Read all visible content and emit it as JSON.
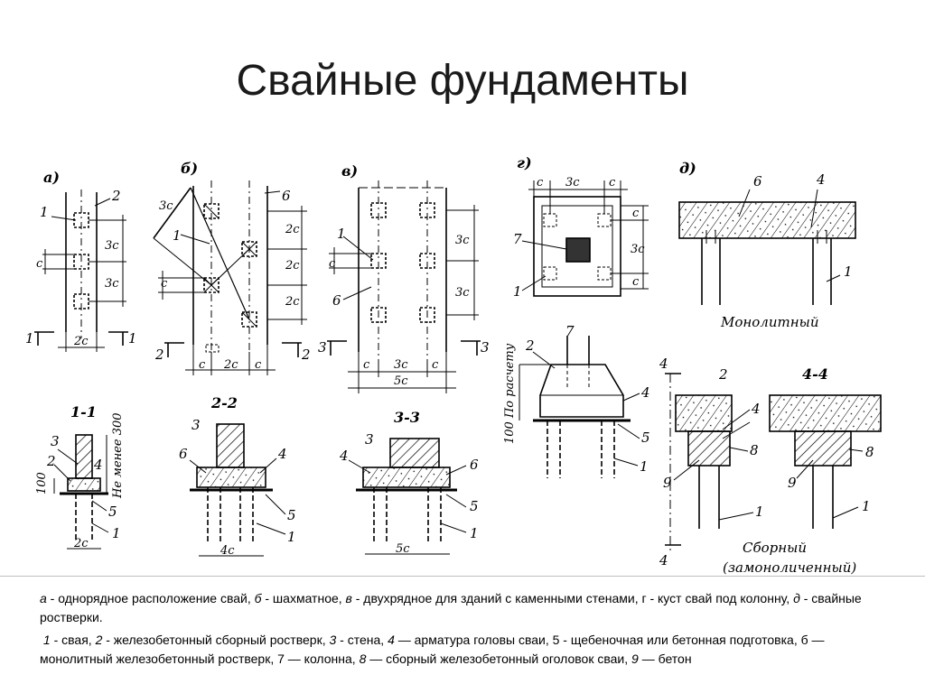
{
  "title": "Свайные фундаменты",
  "panels": {
    "a": "а)",
    "b": "б)",
    "v": "в)",
    "g": "г)",
    "d": "д)"
  },
  "sections": {
    "s11": "1-1",
    "s22": "2-2",
    "s33": "3-3",
    "s44": "4-4"
  },
  "dims": {
    "c": "c",
    "two_c": "2c",
    "three_c": "3c",
    "four_c": "4c",
    "five_c": "5c",
    "h100": "100",
    "not_less_300": "Не менее 300",
    "by_calc": "100 По расчету"
  },
  "cut_marks": {
    "one": "1",
    "two": "2",
    "three": "3",
    "four": "4"
  },
  "numbers": {
    "n1": "1",
    "n2": "2",
    "n3": "3",
    "n4": "4",
    "n5": "5",
    "n6": "6",
    "n7": "7",
    "n8": "8",
    "n9": "9"
  },
  "notes": {
    "monolithic": "Монолитный",
    "prefab": "Сборный",
    "prefab_sub": "(замоноличенный)"
  },
  "caption": {
    "part1_a": "а",
    "part1_a_text": " - однорядное расположение свай, ",
    "part1_b": "б",
    "part1_b_text": " - шахматное, ",
    "part1_v": "в",
    "part1_v_text": " - двухрядное для зданий с каменными стенами, г - куст свай под колонну, ",
    "part1_d": "д",
    "part1_d_text": " - свайные ростверки.",
    "part2": {
      "n1": "1",
      "t1": " - свая, ",
      "n2": "2",
      "t2": " - железобетонный сборный ростверк, ",
      "n3": "3",
      "t3": " - стена, ",
      "n4": "4",
      "t4": " — арматура головы сваи, 5 - щебеночная или бетонная подготовка, б — монолитный железобетонный ростверк, 7 — колонна, ",
      "n8": "8",
      "t8": " — сборный железобетонный оголовок сваи, ",
      "n9": "9",
      "t9": " — бетон"
    }
  }
}
